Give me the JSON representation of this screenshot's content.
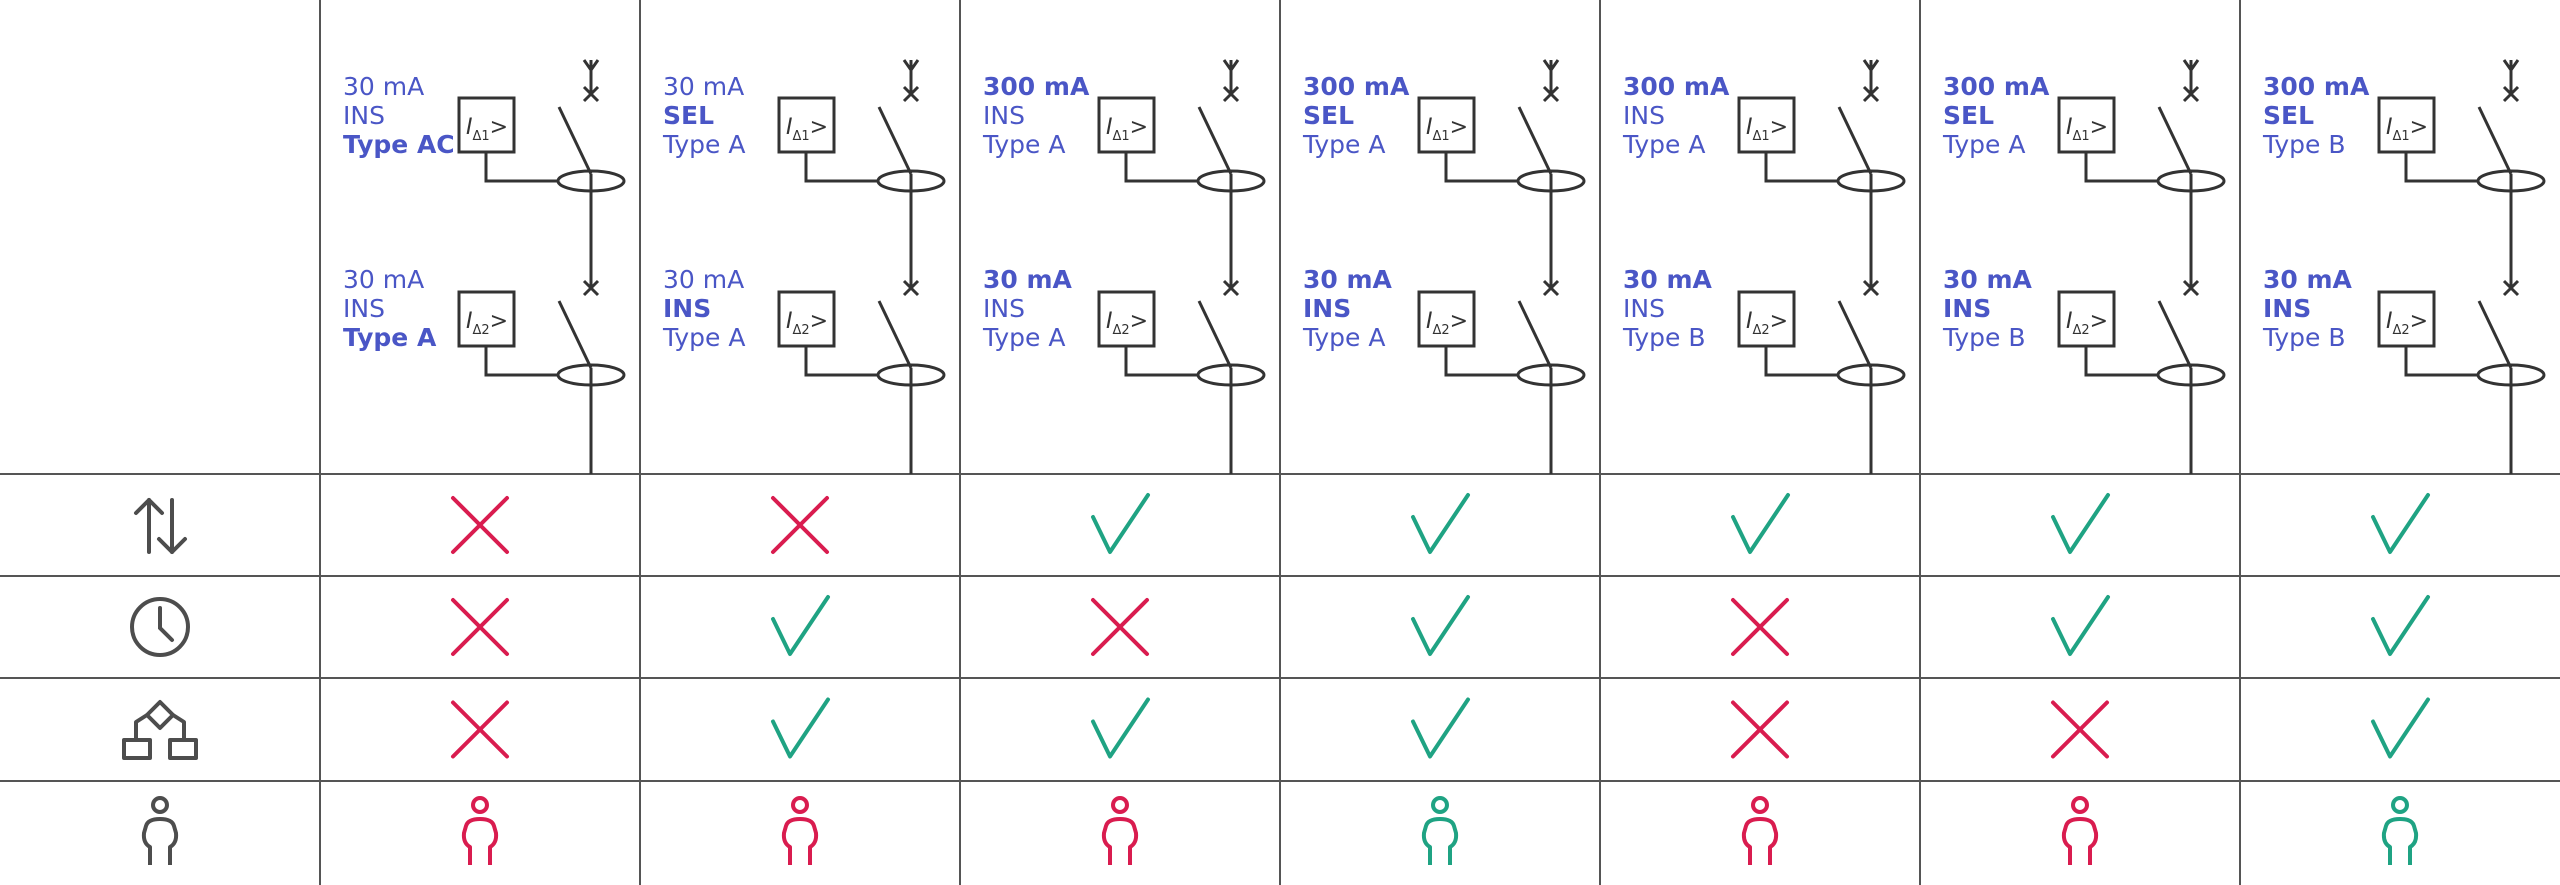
{
  "colors": {
    "label_blue": "#4a56c6",
    "line": "#333333",
    "grid": "#555555",
    "icon_grey": "#4d4d4d",
    "no": "#d91c4f",
    "yes": "#1fa383"
  },
  "rows": [
    {
      "icon": "arrows-up-down-icon"
    },
    {
      "icon": "clock-icon"
    },
    {
      "icon": "hierarchy-icon"
    },
    {
      "icon": "person-icon"
    }
  ],
  "columns": [
    {
      "upper": {
        "current": "30 mA",
        "current_bold": false,
        "mode": "INS",
        "mode_bold": false,
        "type": "Type AC",
        "type_bold": true,
        "device": "Δ1"
      },
      "lower": {
        "current": "30 mA",
        "current_bold": false,
        "mode": "INS",
        "mode_bold": false,
        "type": "Type A",
        "type_bold": true,
        "device": "Δ2"
      },
      "marks": [
        "no",
        "no",
        "no"
      ],
      "person": "no"
    },
    {
      "upper": {
        "current": "30 mA",
        "current_bold": false,
        "mode": "SEL",
        "mode_bold": true,
        "type": "Type A",
        "type_bold": false,
        "device": "Δ1"
      },
      "lower": {
        "current": "30 mA",
        "current_bold": false,
        "mode": "INS",
        "mode_bold": true,
        "type": "Type A",
        "type_bold": false,
        "device": "Δ2"
      },
      "marks": [
        "no",
        "yes",
        "yes"
      ],
      "person": "no"
    },
    {
      "upper": {
        "current": "300 mA",
        "current_bold": true,
        "mode": "INS",
        "mode_bold": false,
        "type": "Type A",
        "type_bold": false,
        "device": "Δ1"
      },
      "lower": {
        "current": "30 mA",
        "current_bold": true,
        "mode": "INS",
        "mode_bold": false,
        "type": "Type A",
        "type_bold": false,
        "device": "Δ2"
      },
      "marks": [
        "yes",
        "no",
        "yes"
      ],
      "person": "no"
    },
    {
      "upper": {
        "current": "300 mA",
        "current_bold": true,
        "mode": "SEL",
        "mode_bold": true,
        "type": "Type A",
        "type_bold": false,
        "device": "Δ1"
      },
      "lower": {
        "current": "30 mA",
        "current_bold": true,
        "mode": "INS",
        "mode_bold": true,
        "type": "Type A",
        "type_bold": false,
        "device": "Δ2"
      },
      "marks": [
        "yes",
        "yes",
        "yes"
      ],
      "person": "yes"
    },
    {
      "upper": {
        "current": "300 mA",
        "current_bold": true,
        "mode": "INS",
        "mode_bold": false,
        "type": "Type A",
        "type_bold": false,
        "device": "Δ1"
      },
      "lower": {
        "current": "30 mA",
        "current_bold": true,
        "mode": "INS",
        "mode_bold": false,
        "type": "Type B",
        "type_bold": false,
        "device": "Δ2"
      },
      "marks": [
        "yes",
        "no",
        "no"
      ],
      "person": "no"
    },
    {
      "upper": {
        "current": "300 mA",
        "current_bold": true,
        "mode": "SEL",
        "mode_bold": true,
        "type": "Type A",
        "type_bold": false,
        "device": "Δ1"
      },
      "lower": {
        "current": "30 mA",
        "current_bold": true,
        "mode": "INS",
        "mode_bold": true,
        "type": "Type B",
        "type_bold": false,
        "device": "Δ2"
      },
      "marks": [
        "yes",
        "yes",
        "no"
      ],
      "person": "no"
    },
    {
      "upper": {
        "current": "300 mA",
        "current_bold": true,
        "mode": "SEL",
        "mode_bold": true,
        "type": "Type B",
        "type_bold": false,
        "device": "Δ1"
      },
      "lower": {
        "current": "30 mA",
        "current_bold": true,
        "mode": "INS",
        "mode_bold": true,
        "type": "Type B",
        "type_bold": false,
        "device": "Δ2"
      },
      "marks": [
        "yes",
        "yes",
        "yes"
      ],
      "person": "yes"
    }
  ]
}
